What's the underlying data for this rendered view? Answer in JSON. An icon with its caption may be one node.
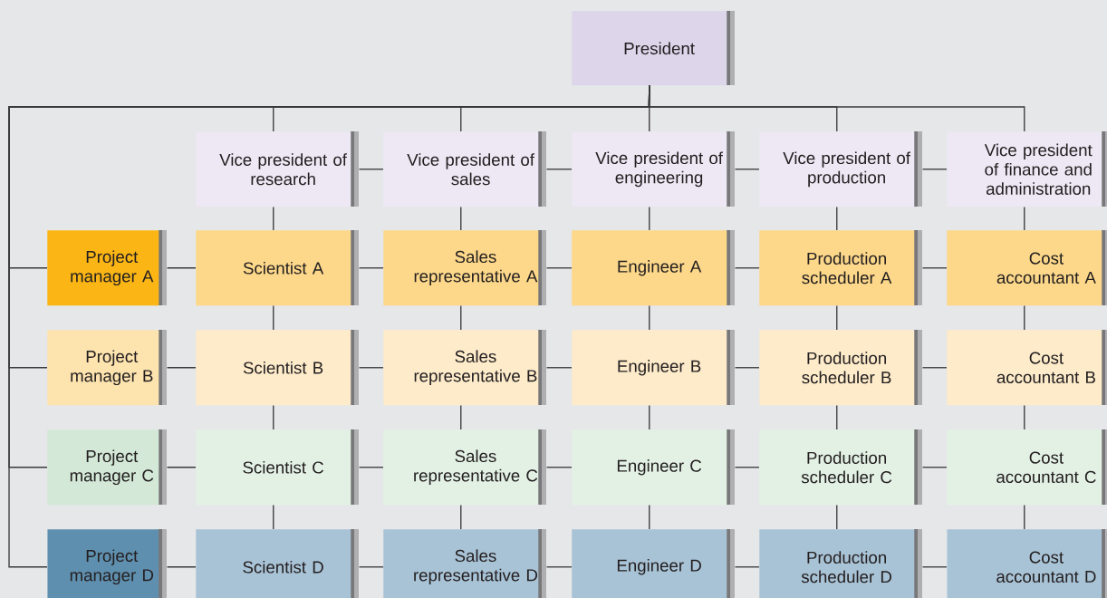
{
  "diagram": {
    "nodes": [
      {
        "text": [
          "President"
        ]
      },
      {
        "text": [
          "Vice president of research"
        ]
      },
      {
        "text": [
          "Vice president of sales"
        ]
      },
      {
        "text": [
          "Vice president of engineering"
        ]
      },
      {
        "text": [
          "Vice president of production"
        ]
      },
      {
        "text": [
          "Vice president of finance and administration"
        ]
      },
      {
        "text": [
          "Project manager A"
        ]
      },
      {
        "text": [
          "Scientist A"
        ]
      },
      {
        "text": [
          "Sales representative A"
        ]
      },
      {
        "text": [
          "Engineer A"
        ]
      },
      {
        "text": [
          "Production scheduler A"
        ]
      },
      {
        "text": [
          "Cost accountant A"
        ]
      },
      {
        "text": [
          "Project manager B"
        ]
      },
      {
        "text": [
          "Scientist B"
        ]
      },
      {
        "text": [
          "Sales representative B"
        ]
      },
      {
        "text": [
          "Engineer B"
        ]
      },
      {
        "text": [
          "Production scheduler B"
        ]
      },
      {
        "text": [
          "Cost accountant B"
        ]
      },
      {
        "text": [
          "Project manager C"
        ]
      },
      {
        "text": [
          "Scientist C"
        ]
      },
      {
        "text": [
          "Sales representative C"
        ]
      },
      {
        "text": [
          "Engineer C"
        ]
      },
      {
        "text": [
          "Production scheduler C"
        ]
      },
      {
        "text": [
          "Cost accountant C"
        ]
      },
      {
        "text": [
          "Project manager D"
        ]
      },
      {
        "text": [
          "Scientist D"
        ]
      },
      {
        "text": [
          "Sales representative D"
        ]
      },
      {
        "text": [
          "Engineer D"
        ]
      },
      {
        "text": [
          "Production scheduler D"
        ]
      },
      {
        "text": [
          "Cost accountant D"
        ]
      }
    ],
    "edges": [
      {
        "from": 0,
        "to": 1,
        "arrow": "none"
      },
      {
        "from": 0,
        "to": 2,
        "arrow": "none"
      },
      {
        "from": 0,
        "to": 3,
        "arrow": "none"
      },
      {
        "from": 0,
        "to": 4,
        "arrow": "none"
      },
      {
        "from": 0,
        "to": 5,
        "arrow": "none"
      },
      {
        "from": 0,
        "to": 6,
        "arrow": "none"
      },
      {
        "from": 0,
        "to": 12,
        "arrow": "none"
      },
      {
        "from": 0,
        "to": 18,
        "arrow": "none"
      },
      {
        "from": 0,
        "to": 24,
        "arrow": "none"
      },
      {
        "from": 1,
        "to": 2,
        "arrow": "none"
      },
      {
        "from": 2,
        "to": 3,
        "arrow": "none"
      },
      {
        "from": 3,
        "to": 4,
        "arrow": "none"
      },
      {
        "from": 4,
        "to": 5,
        "arrow": "none"
      },
      {
        "from": 1,
        "to": 7,
        "arrow": "none"
      },
      {
        "from": 2,
        "to": 8,
        "arrow": "none"
      },
      {
        "from": 3,
        "to": 9,
        "arrow": "none"
      },
      {
        "from": 4,
        "to": 10,
        "arrow": "none"
      },
      {
        "from": 5,
        "to": 11,
        "arrow": "none"
      },
      {
        "from": 7,
        "to": 13,
        "arrow": "none"
      },
      {
        "from": 8,
        "to": 14,
        "arrow": "none"
      },
      {
        "from": 9,
        "to": 15,
        "arrow": "none"
      },
      {
        "from": 10,
        "to": 16,
        "arrow": "none"
      },
      {
        "from": 11,
        "to": 17,
        "arrow": "none"
      },
      {
        "from": 13,
        "to": 19,
        "arrow": "none"
      },
      {
        "from": 14,
        "to": 20,
        "arrow": "none"
      },
      {
        "from": 15,
        "to": 21,
        "arrow": "none"
      },
      {
        "from": 16,
        "to": 22,
        "arrow": "none"
      },
      {
        "from": 17,
        "to": 23,
        "arrow": "none"
      },
      {
        "from": 19,
        "to": 25,
        "arrow": "none"
      },
      {
        "from": 20,
        "to": 26,
        "arrow": "none"
      },
      {
        "from": 21,
        "to": 27,
        "arrow": "none"
      },
      {
        "from": 22,
        "to": 28,
        "arrow": "none"
      },
      {
        "from": 23,
        "to": 29,
        "arrow": "none"
      },
      {
        "from": 6,
        "to": 7,
        "arrow": "none"
      },
      {
        "from": 7,
        "to": 8,
        "arrow": "none"
      },
      {
        "from": 8,
        "to": 9,
        "arrow": "none"
      },
      {
        "from": 9,
        "to": 10,
        "arrow": "none"
      },
      {
        "from": 10,
        "to": 11,
        "arrow": "none"
      },
      {
        "from": 12,
        "to": 13,
        "arrow": "none"
      },
      {
        "from": 13,
        "to": 14,
        "arrow": "none"
      },
      {
        "from": 14,
        "to": 15,
        "arrow": "none"
      },
      {
        "from": 15,
        "to": 16,
        "arrow": "none"
      },
      {
        "from": 16,
        "to": 17,
        "arrow": "none"
      },
      {
        "from": 18,
        "to": 19,
        "arrow": "none"
      },
      {
        "from": 19,
        "to": 20,
        "arrow": "none"
      },
      {
        "from": 20,
        "to": 21,
        "arrow": "none"
      },
      {
        "from": 21,
        "to": 22,
        "arrow": "none"
      },
      {
        "from": 22,
        "to": 23,
        "arrow": "none"
      },
      {
        "from": 24,
        "to": 25,
        "arrow": "none"
      },
      {
        "from": 25,
        "to": 26,
        "arrow": "none"
      },
      {
        "from": 26,
        "to": 27,
        "arrow": "none"
      },
      {
        "from": 27,
        "to": 28,
        "arrow": "none"
      },
      {
        "from": 28,
        "to": 29,
        "arrow": "none"
      }
    ]
  }
}
